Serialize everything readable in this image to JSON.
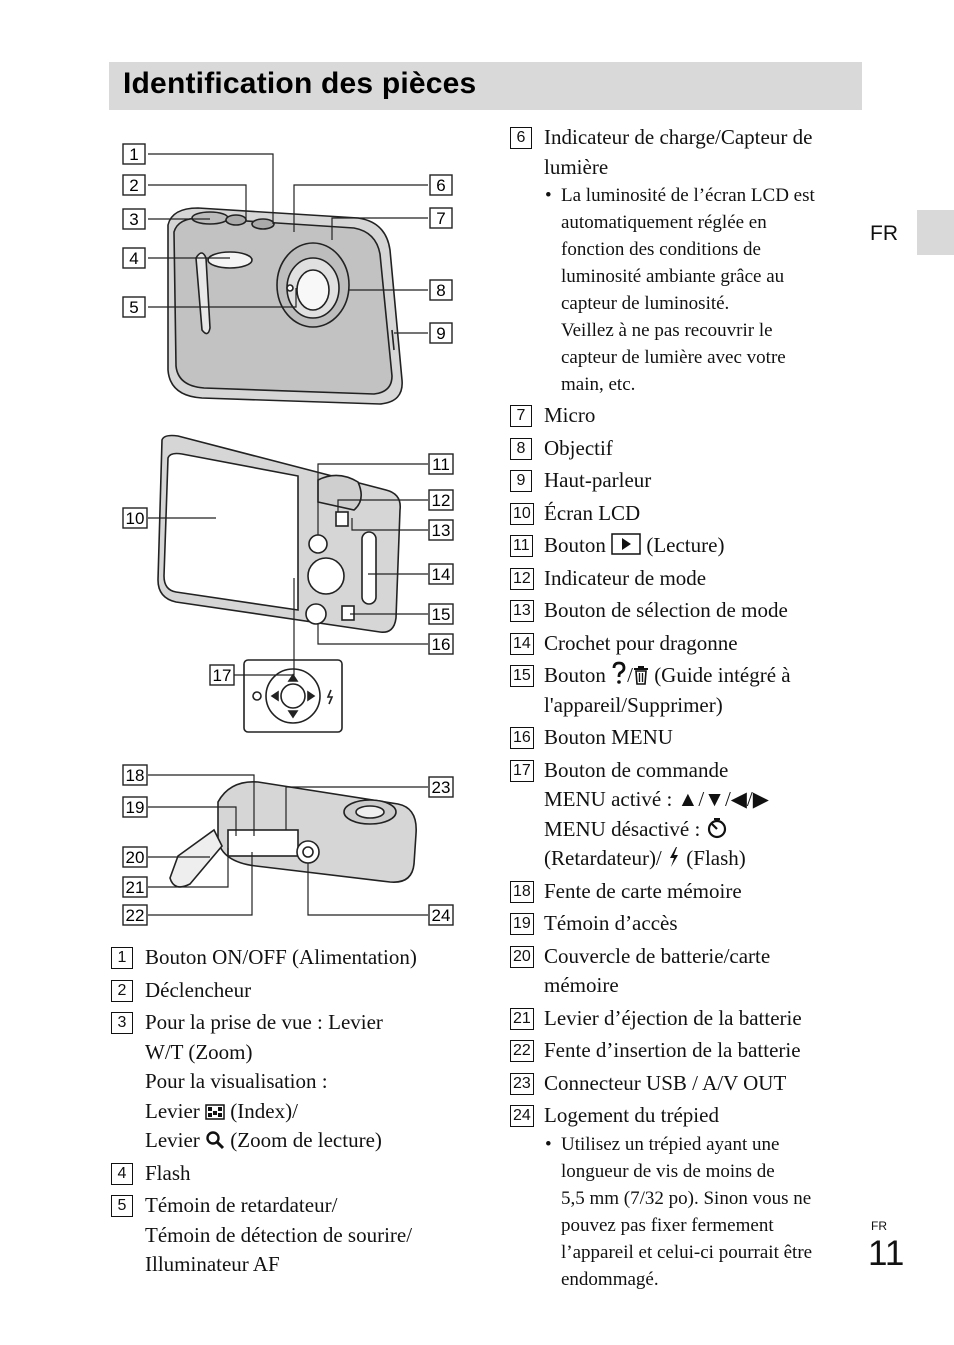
{
  "header": {
    "title": "Identification des pièces",
    "lang_tab": "FR"
  },
  "footer": {
    "lang": "FR",
    "page_number": "11"
  },
  "diagram": {
    "callouts": [
      "1",
      "2",
      "3",
      "4",
      "5",
      "6",
      "7",
      "8",
      "9",
      "10",
      "11",
      "12",
      "13",
      "14",
      "15",
      "16",
      "17",
      "18",
      "19",
      "20",
      "21",
      "22",
      "23",
      "24"
    ]
  },
  "icons": {
    "index": "grid-icon",
    "zoom": "magnifier-icon",
    "playback": "play-icon",
    "help": "question-icon",
    "trash": "trash-icon",
    "timer": "self-timer-icon",
    "flash": "flash-icon"
  },
  "left_items": [
    {
      "num": "1",
      "lines": [
        "Bouton ON/OFF (Alimentation)"
      ]
    },
    {
      "num": "2",
      "lines": [
        "Déclencheur"
      ]
    },
    {
      "num": "3",
      "lines": [
        "Pour la prise de vue : Levier",
        "W/T (Zoom)",
        "Pour la visualisation :",
        "Levier",
        "(Index)/",
        "Levier",
        "(Zoom de lecture)"
      ]
    },
    {
      "num": "4",
      "lines": [
        "Flash"
      ]
    },
    {
      "num": "5",
      "lines": [
        "Témoin de retardateur/",
        "Témoin de détection de sourire/",
        "Illuminateur AF"
      ]
    }
  ],
  "right_items": [
    {
      "num": "6",
      "lines": [
        "Indicateur de charge/Capteur de",
        "lumière"
      ],
      "note": [
        "La luminosité de l’écran LCD est",
        "automatiquement réglée en",
        "fonction des conditions de",
        "luminosité ambiante grâce au",
        "capteur de luminosité.",
        "Veillez à ne pas recouvrir le",
        "capteur de lumière avec votre",
        "main, etc."
      ]
    },
    {
      "num": "7",
      "lines": [
        "Micro"
      ]
    },
    {
      "num": "8",
      "lines": [
        "Objectif"
      ]
    },
    {
      "num": "9",
      "lines": [
        "Haut-parleur"
      ]
    },
    {
      "num": "10",
      "lines": [
        "Écran LCD"
      ]
    },
    {
      "num": "11",
      "lines": [
        "Bouton",
        "(Lecture)"
      ]
    },
    {
      "num": "12",
      "lines": [
        "Indicateur de mode"
      ]
    },
    {
      "num": "13",
      "lines": [
        "Bouton de sélection de mode"
      ]
    },
    {
      "num": "14",
      "lines": [
        "Crochet pour dragonne"
      ]
    },
    {
      "num": "15",
      "lines": [
        "Bouton",
        "(Guide intégré à",
        "l'appareil/Supprimer)"
      ]
    },
    {
      "num": "16",
      "lines": [
        "Bouton MENU"
      ]
    },
    {
      "num": "17",
      "lines": [
        "Bouton de commande",
        "MENU activé : ▲/▼/◀/▶",
        "MENU désactivé :",
        "(Retardateur)/",
        "(Flash)"
      ]
    },
    {
      "num": "18",
      "lines": [
        "Fente de carte mémoire"
      ]
    },
    {
      "num": "19",
      "lines": [
        "Témoin d’accès"
      ]
    },
    {
      "num": "20",
      "lines": [
        "Couvercle de batterie/carte",
        "mémoire"
      ]
    },
    {
      "num": "21",
      "lines": [
        "Levier d’éjection de la batterie"
      ]
    },
    {
      "num": "22",
      "lines": [
        "Fente d’insertion de la batterie"
      ]
    },
    {
      "num": "23",
      "lines": [
        "Connecteur USB / A/V OUT"
      ]
    },
    {
      "num": "24",
      "lines": [
        "Logement du trépied"
      ],
      "note": [
        "Utilisez un trépied ayant une",
        "longueur de vis de moins de",
        "5,5 mm (7/32 po). Sinon vous ne",
        "pouvez pas fixer fermement",
        "l’appareil et celui-ci pourrait être",
        "endommagé."
      ]
    }
  ]
}
